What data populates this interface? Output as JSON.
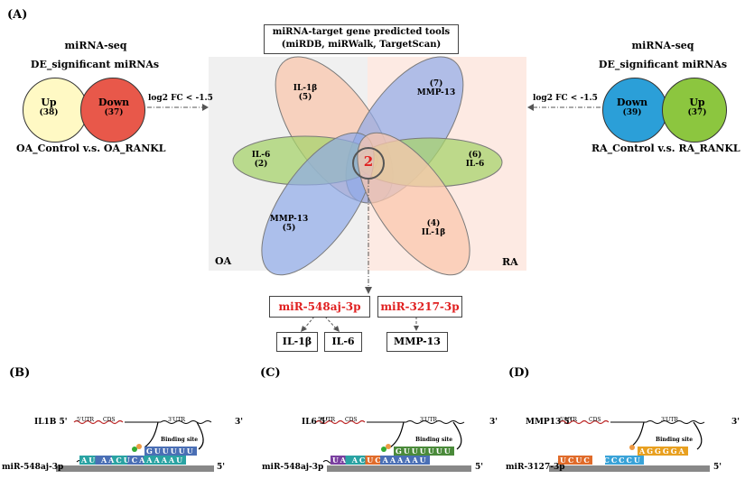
{
  "panel_a": {
    "label": "(A)",
    "tools_box": {
      "line1": "miRNA-target gene predicted tools",
      "line2": "(miRDB, miRWalk, TargetScan)"
    },
    "left": {
      "title": "miRNA-seq",
      "subtitle": "DE_significant miRNAs",
      "up_label": "Up",
      "up_count": "(38)",
      "down_label": "Down",
      "down_count": "(37)",
      "threshold": "log2 FC < -1.5",
      "comparison": "OA_Control v.s. OA_RANKL"
    },
    "right": {
      "title": "miRNA-seq",
      "subtitle": "DE_significant miRNAs",
      "down_label": "Down",
      "down_count": "(39)",
      "up_label": "Up",
      "up_count": "(37)",
      "threshold": "log2 FC < -1.5",
      "comparison": "RA_Control v.s. RA_RANKL"
    },
    "venn": {
      "oa_label": "OA",
      "ra_label": "RA",
      "center_count": "2",
      "sets": [
        {
          "name": "IL-1β",
          "count": "(5)"
        },
        {
          "count": "(7)",
          "name": "MMP-13"
        },
        {
          "name": "IL-6",
          "count": "(2)"
        },
        {
          "count": "(6)",
          "name": "IL-6"
        },
        {
          "name": "MMP-13",
          "count": "(5)"
        },
        {
          "count": "(4)",
          "name": "IL-1β"
        }
      ]
    },
    "results": {
      "mirna1": "miR-548aj-3p",
      "mirna2": "miR-3217-3p",
      "target1": "IL-1β",
      "target2": "IL-6",
      "target3": "MMP-13"
    },
    "colors": {
      "oa_bg": "#f0f0f0",
      "ra_bg": "#fdeae3",
      "up_left": "#fff9c4",
      "down_left": "#e8584a",
      "down_right": "#2b9fd8",
      "up_right": "#8cc63f",
      "mirna_red": "#e02020"
    }
  },
  "panel_b": {
    "label": "(B)",
    "gene": "IL1B 5'",
    "gene_end": "3'",
    "mirna": "miR-548aj-3p",
    "mirna_end": "5'",
    "utr5": "5'UTR",
    "cds": "CDS",
    "utr3": "3'UTR",
    "binding": "Binding site",
    "mrna_seq": "GUUUUU",
    "mirna_seq": "AU AACUCAAAAAU"
  },
  "panel_c": {
    "label": "(C)",
    "gene": "IL6 5'",
    "gene_end": "3'",
    "mirna": "miR-548aj-3p",
    "mirna_end": "5'",
    "utr5": "5'UTR",
    "cds": "CDS",
    "utr3": "3'UTR",
    "binding": "Binding site",
    "mrna_seq": "GUUUUUU",
    "mirna_seq": "UA ACUCAAAAAU"
  },
  "panel_d": {
    "label": "(D)",
    "gene": "MMP13 5'",
    "gene_end": "3'",
    "mirna": "miR-3127-3p",
    "mirna_end": "5'",
    "utr5": "5'UTR",
    "cds": "CDS",
    "utr3": "3'UTR",
    "binding": "Binding site",
    "mrna_seq": "AGGGGA",
    "mirna_seq": "UCUC UCCCCU"
  }
}
